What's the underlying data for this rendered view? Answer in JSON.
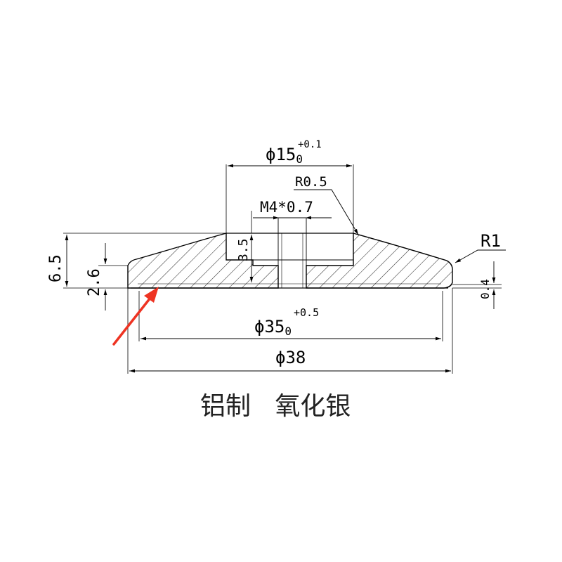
{
  "drawing": {
    "dims": {
      "phi15": {
        "sym": "ϕ",
        "num": "15",
        "tol_sub": "0",
        "tol_sup": "+0.1"
      },
      "r05": "R0.5",
      "m4": "M4*0.7",
      "r1": "R1",
      "h65": "6.5",
      "h26": "2.6",
      "h35": "3.5",
      "h04": "0.4",
      "phi35": {
        "sym": "ϕ",
        "num": "35",
        "tol_sub": "0",
        "tol_sup": "+0.5"
      },
      "phi38": {
        "sym": "ϕ",
        "num": "38"
      }
    },
    "caption": "铝制   氧化银",
    "colors": {
      "line": "#000000",
      "hatch": "#333333",
      "arrow": "#ee3322"
    }
  }
}
